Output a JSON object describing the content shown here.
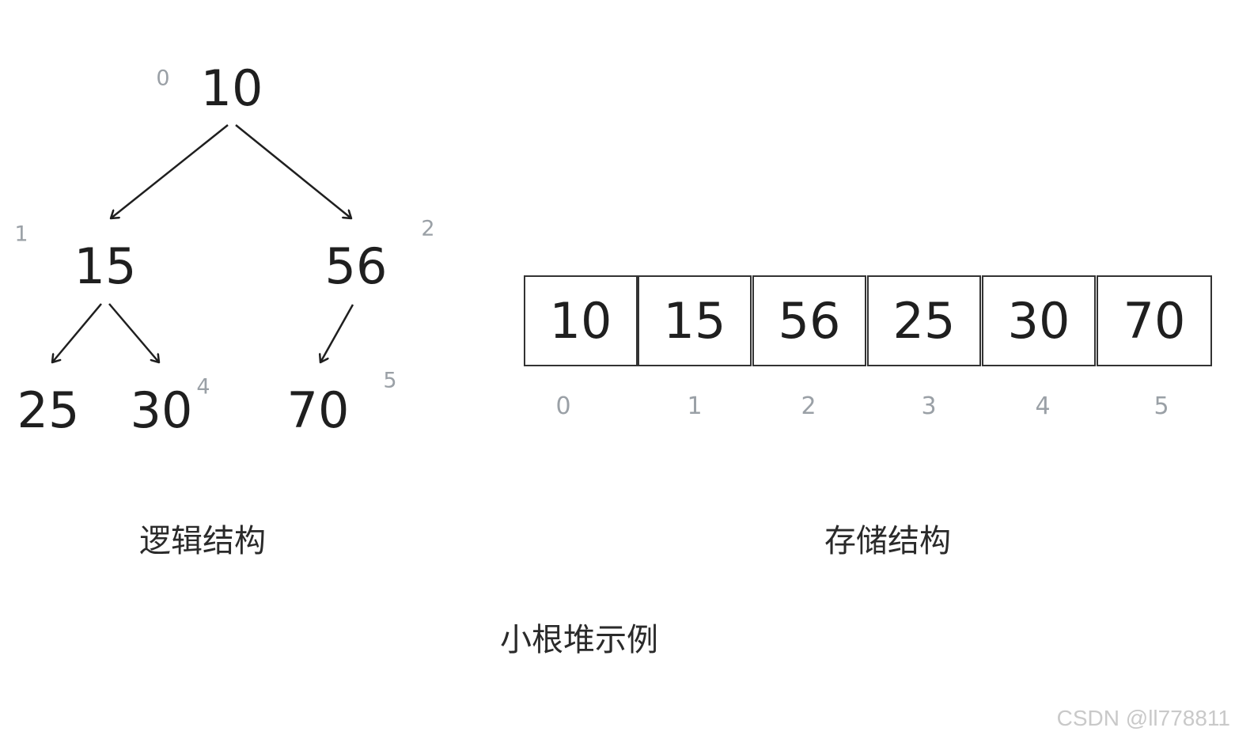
{
  "tree": {
    "nodes": [
      {
        "value": "10",
        "index": "0"
      },
      {
        "value": "15",
        "index": "1"
      },
      {
        "value": "56",
        "index": "2"
      },
      {
        "value": "25",
        "index": ""
      },
      {
        "value": "30",
        "index": "4"
      },
      {
        "value": "70",
        "index": "5"
      }
    ],
    "edges": [
      [
        0,
        1
      ],
      [
        0,
        2
      ],
      [
        1,
        3
      ],
      [
        1,
        4
      ],
      [
        2,
        5
      ]
    ]
  },
  "array": {
    "cells": [
      "10",
      "15",
      "56",
      "25",
      "30",
      "70"
    ],
    "indices": [
      "0",
      "1",
      "2",
      "3",
      "4",
      "5"
    ]
  },
  "captions": {
    "logical": "逻辑结构",
    "storage": "存储结构",
    "title": "小根堆示例"
  },
  "watermark": "CSDN @ll778811",
  "colors": {
    "text": "#1f1f1f",
    "index": "#9aa0a6",
    "border": "#333333"
  }
}
